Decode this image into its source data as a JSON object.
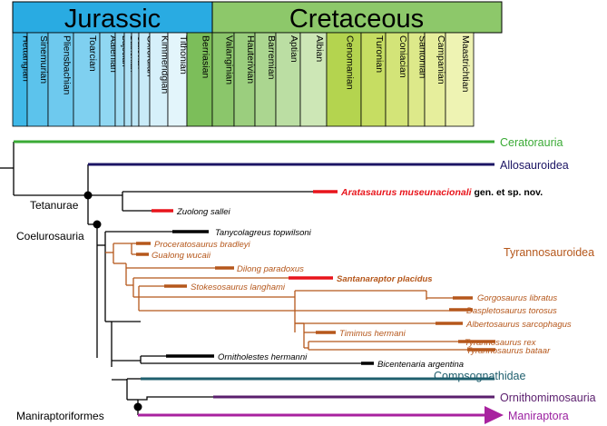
{
  "periods": [
    {
      "id": "jurassic",
      "name": "Jurassic",
      "color": "#29abe2"
    },
    {
      "id": "cretaceous",
      "name": "Cretaceous",
      "color": "#8dc86a"
    }
  ],
  "stages": [
    {
      "id": "hettangian",
      "name": "Hettangian",
      "color": "#3fb8e8",
      "period": "jurassic"
    },
    {
      "id": "sinemurian",
      "name": "Sinemurian",
      "color": "#5cc3ec",
      "period": "jurassic"
    },
    {
      "id": "pliensbachian",
      "name": "Pliensbachian",
      "color": "#6ec9ee",
      "period": "jurassic"
    },
    {
      "id": "toarcian",
      "name": "Toarcian",
      "color": "#7fd0f0",
      "period": "jurassic"
    },
    {
      "id": "aalenian",
      "name": "Aalenian",
      "color": "#90d7f2",
      "period": "jurassic"
    },
    {
      "id": "bajocian",
      "name": "Bajocian",
      "color": "#9fdcf3",
      "period": "jurassic"
    },
    {
      "id": "bathonian",
      "name": "Bathonian",
      "color": "#aee1f5",
      "period": "jurassic"
    },
    {
      "id": "callovian",
      "name": "Callovian",
      "color": "#bde6f6",
      "period": "jurassic"
    },
    {
      "id": "oxfordian",
      "name": "Oxfordian",
      "color": "#c9ebf8",
      "period": "jurassic"
    },
    {
      "id": "kimmeridgian",
      "name": "Kimmeridgian",
      "color": "#d6f0fa",
      "period": "jurassic"
    },
    {
      "id": "tithonian",
      "name": "Tithonian",
      "color": "#e3f5fb",
      "period": "jurassic"
    },
    {
      "id": "berriasian",
      "name": "Berriasian",
      "color": "#7cbe5a",
      "period": "cretaceous"
    },
    {
      "id": "valanginian",
      "name": "Valanginian",
      "color": "#8bc66b",
      "period": "cretaceous"
    },
    {
      "id": "hauterivian",
      "name": "Hauterivian",
      "color": "#9bce7e",
      "period": "cretaceous"
    },
    {
      "id": "barremian",
      "name": "Barremian",
      "color": "#abd690",
      "period": "cretaceous"
    },
    {
      "id": "aptian",
      "name": "Aptian",
      "color": "#bbdea3",
      "period": "cretaceous"
    },
    {
      "id": "albian",
      "name": "Albian",
      "color": "#cde7b6",
      "period": "cretaceous"
    },
    {
      "id": "cenomanian",
      "name": "Cenomanian",
      "color": "#b4d44f",
      "period": "cretaceous"
    },
    {
      "id": "turonian",
      "name": "Turonian",
      "color": "#c6dd62",
      "period": "cretaceous"
    },
    {
      "id": "coniacian",
      "name": "Coniacian",
      "color": "#d3e478",
      "period": "cretaceous"
    },
    {
      "id": "santonian",
      "name": "Santonian",
      "color": "#dde98a",
      "period": "cretaceous"
    },
    {
      "id": "campanian",
      "name": "Campanian",
      "color": "#e6ee9c",
      "period": "cretaceous"
    },
    {
      "id": "maastrichtian",
      "name": "Maastrichtian",
      "color": "#eef3b3",
      "period": "cretaceous"
    }
  ],
  "clade_labels": [
    {
      "id": "ceratosauria",
      "text": "Ceratorauria",
      "color": "#3aaa35"
    },
    {
      "id": "allosauroidea",
      "text": "Allosauroidea",
      "color": "#1b1464"
    },
    {
      "id": "tyrannosauroidea",
      "text": "Tyrannosauroidea",
      "color": "#b5571b"
    },
    {
      "id": "compsognathidae",
      "text": "Compsognathidae",
      "color": "#1f5f6e"
    },
    {
      "id": "ornithomimosauria",
      "text": "Ornithomimosauria",
      "color": "#5b1f6e"
    },
    {
      "id": "maniraptora",
      "text": "Maniraptora",
      "color": "#9b1fa0"
    }
  ],
  "node_labels": [
    {
      "id": "tetanurae",
      "text": "Tetanurae"
    },
    {
      "id": "coelurosauria",
      "text": "Coelurosauria"
    },
    {
      "id": "maniraptoriformes",
      "text": "Maniraptoriformes"
    }
  ],
  "taxa": [
    {
      "id": "aratasaurus",
      "name": "Aratasaurus museunacionali",
      "suffix": " gen. et sp. nov.",
      "color": "#e8141b"
    },
    {
      "id": "zuolong",
      "name": "Zuolong sallei",
      "color": "#000000"
    },
    {
      "id": "tanycolagreus",
      "name": "Tanycolagreus topwilsoni",
      "color": "#000000"
    },
    {
      "id": "proceratosaurus",
      "name": "Proceratosaurus bradleyi",
      "color": "#b5571b"
    },
    {
      "id": "gualong",
      "name": "Gualong wucaii",
      "color": "#b5571b"
    },
    {
      "id": "dilong",
      "name": "Dilong paradoxus",
      "color": "#b5571b"
    },
    {
      "id": "santanaraptor",
      "name": "Santanaraptor placidus",
      "color": "#b5571b"
    },
    {
      "id": "stokesosaurus",
      "name": "Stokesosaurus langhami",
      "color": "#b5571b"
    },
    {
      "id": "gorgosaurus",
      "name": "Gorgosaurus libratus",
      "color": "#b5571b"
    },
    {
      "id": "daspletosaurus",
      "name": "Daspletosaurus torosus",
      "color": "#b5571b"
    },
    {
      "id": "albertosaurus",
      "name": "Albertosaurus sarcophagus",
      "color": "#b5571b"
    },
    {
      "id": "timimus",
      "name": "Timimus hermani",
      "color": "#b5571b"
    },
    {
      "id": "tyrannosaurus",
      "name": "Tyrannosaurus rex",
      "color": "#b5571b"
    },
    {
      "id": "tarbosaurus",
      "name": "Tyrannosaurus bataar",
      "color": "#b5571b"
    },
    {
      "id": "ornitholestes",
      "name": "Ornitholestes hermanni",
      "color": "#000000"
    },
    {
      "id": "bicentenaria",
      "name": "Bicentenaria argentina",
      "color": "#000000"
    }
  ]
}
